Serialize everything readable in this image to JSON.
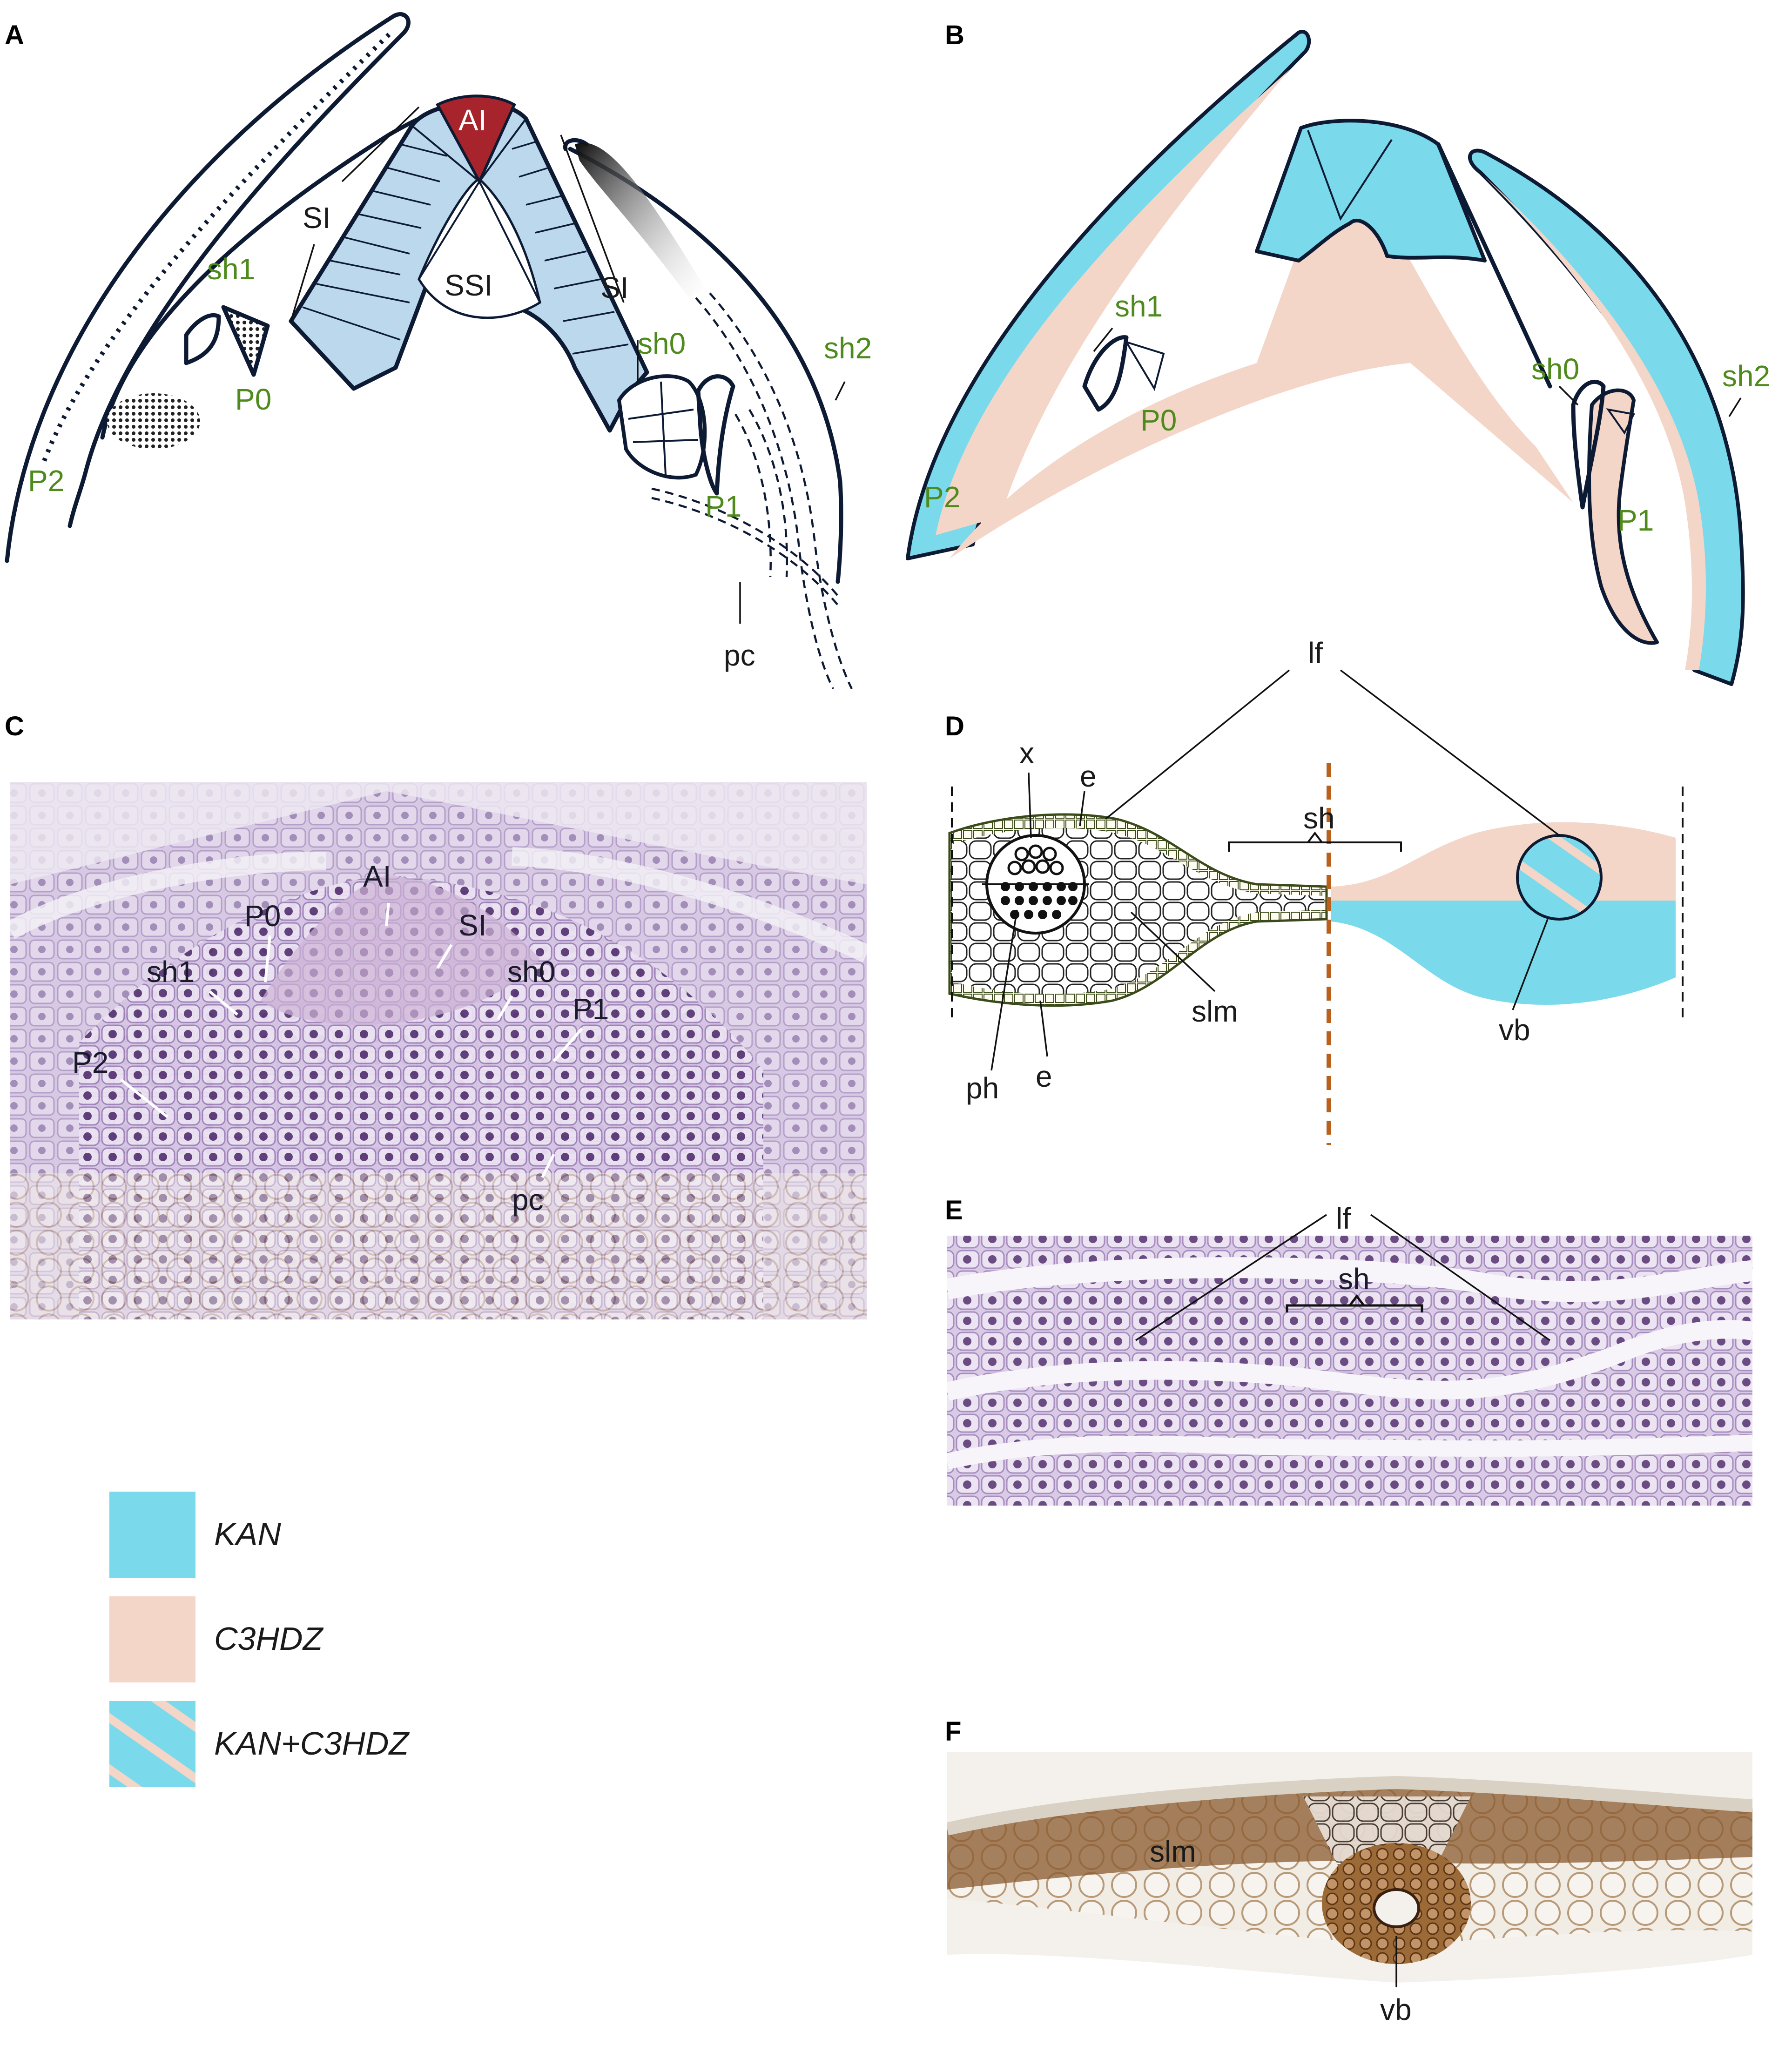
{
  "panels": {
    "A": {
      "letter": "A",
      "labels": {
        "AI": "AI",
        "SI_left": "SI",
        "SI_right": "SI",
        "SSI": "SSI",
        "sh1": "sh1",
        "P0": "P0",
        "sh0": "sh0",
        "sh2": "sh2",
        "P2": "P2",
        "P1": "P1",
        "pc": "pc"
      }
    },
    "B": {
      "letter": "B",
      "labels": {
        "sh1": "sh1",
        "P0": "P0",
        "sh0": "sh0",
        "sh2": "sh2",
        "P2": "P2",
        "P1": "P1"
      }
    },
    "C": {
      "letter": "C",
      "labels": {
        "AI": "AI",
        "SI": "SI",
        "P0": "P0",
        "sh1": "sh1",
        "sh0": "sh0",
        "P1": "P1",
        "P2": "P2",
        "pc": "pc"
      }
    },
    "D": {
      "letter": "D",
      "labels": {
        "lf": "lf",
        "x": "x",
        "e_top": "e",
        "sh": "sh",
        "ph": "ph",
        "e_bottom": "e",
        "slm": "slm",
        "vb": "vb"
      }
    },
    "E": {
      "letter": "E",
      "labels": {
        "lf": "lf",
        "sh": "sh"
      }
    },
    "F": {
      "letter": "F",
      "labels": {
        "slm": "slm",
        "vb": "vb"
      }
    }
  },
  "legend": [
    {
      "label": "KAN",
      "color": "#7ad9ea",
      "pattern": "solid"
    },
    {
      "label": "C3HDZ",
      "color": "#f3d6c8",
      "pattern": "solid"
    },
    {
      "label": "KAN+C3HDZ",
      "color": "#7ad9ea",
      "pattern": "striped"
    }
  ],
  "colors": {
    "kan": "#7ad9ea",
    "c3hdz": "#f3d6c8",
    "meristem": "#bcd8ec",
    "apical_initial": "#a8242c",
    "outline": "#0d1a33",
    "green_label": "#4e8a1c",
    "histology_purple": "#b6a0cc",
    "histology_brown": "#8a5a2e",
    "midline": "#b8601c"
  }
}
